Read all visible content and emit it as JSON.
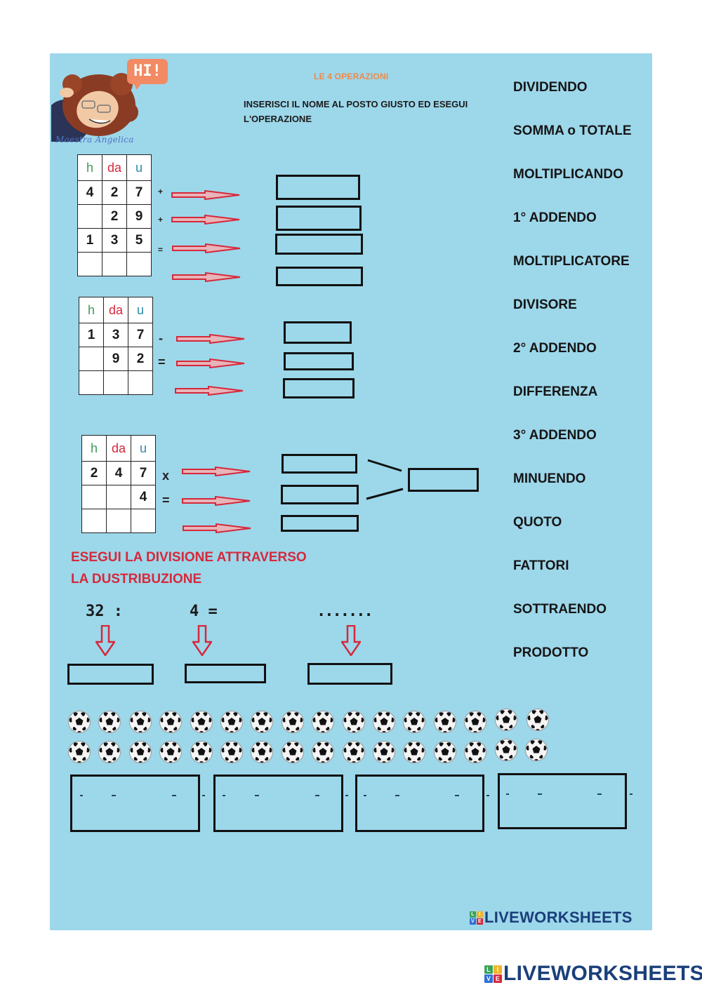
{
  "header": {
    "avatar_bubble": "HI!",
    "avatar_name": "Maestra Angelica",
    "title": "LE 4 OPERAZIONI",
    "instructions": "INSERISCI IL NOME AL POSTO GIUSTO ED ESEGUI L'OPERAZIONE"
  },
  "word_bank": [
    "DIVIDENDO",
    "SOMMA o TOTALE",
    "MOLTIPLICANDO",
    "1° ADDENDO",
    "MOLTIPLICATORE",
    "DIVISORE",
    "2° ADDENDO",
    "DIFFERENZA",
    "3° ADDENDO",
    "MINUENDO",
    "QUOTO",
    "FATTORI",
    "SOTTRAENDO",
    "PRODOTTO"
  ],
  "column_headers": [
    "h",
    "da",
    "u"
  ],
  "addition": {
    "rows": [
      [
        "4",
        "2",
        "7"
      ],
      [
        "",
        "2",
        "9"
      ],
      [
        "1",
        "3",
        "5"
      ],
      [
        "",
        "",
        ""
      ]
    ],
    "operators": [
      "+",
      "+",
      "="
    ],
    "answer_boxes": 4
  },
  "subtraction": {
    "rows": [
      [
        "1",
        "3",
        "7"
      ],
      [
        "",
        "9",
        "2"
      ],
      [
        "",
        "",
        ""
      ]
    ],
    "operators": [
      "-",
      "="
    ],
    "answer_boxes": 3
  },
  "multiplication": {
    "rows": [
      [
        "2",
        "4",
        "7"
      ],
      [
        "",
        "",
        "4"
      ],
      [
        "",
        "",
        ""
      ]
    ],
    "operators": [
      "x",
      "="
    ],
    "answer_boxes": 3,
    "group_box": 1
  },
  "division": {
    "heading_line1": "ESEGUI LA DIVISIONE ATTRAVERSO",
    "heading_line2": "LA DUSTRIBUZIONE",
    "expr_dividend": "32 :",
    "expr_divisor": "4 =",
    "expr_result": ".......",
    "answer_boxes": 3,
    "ball_count": 32,
    "ball_rows": 2,
    "balls_per_row": 16,
    "group_boxes": 4
  },
  "branding": {
    "name": "LIVEWORKSHEETS",
    "logo_letters": [
      "L",
      "I",
      "V",
      "E"
    ],
    "logo_colors": [
      "#3aa35b",
      "#f0b429",
      "#2f6fd6",
      "#d6283b"
    ]
  },
  "colors": {
    "background": "#9dd7ea",
    "accent_red": "#d6283b",
    "title_orange": "#ee8a4a",
    "brand_blue": "#1a3f7a"
  }
}
